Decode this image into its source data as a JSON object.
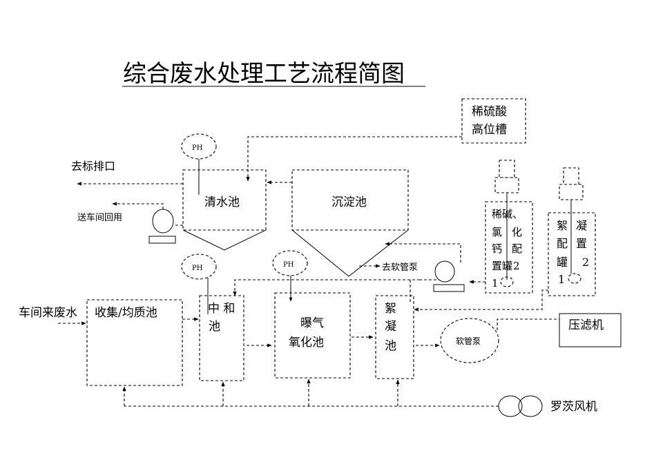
{
  "title": "综合废水处理工艺流程简图",
  "labels": {
    "acid_tank_1": "稀硫酸",
    "acid_tank_2": "高位槽",
    "ph": "PH",
    "clear_pool": "清水池",
    "sediment_pool": "沉淀池",
    "to_outlet": "去标排口",
    "to_workshop": "送车间回用",
    "to_soft_pump": "去软管泵",
    "alkali_col1_a": "稀碱、",
    "alkali_col1_b": "氯",
    "alkali_col1_c": "钙",
    "alkali_col1_d": "置罐",
    "alkali_col1_e": "1",
    "alkali_col2_a": "化",
    "alkali_col2_b": "配",
    "alkali_col2_c": "2",
    "floc_tank_col1_a": "絮",
    "floc_tank_col1_b": "配",
    "floc_tank_col1_c": "罐",
    "floc_tank_col1_d": "1",
    "floc_tank_col2_a": "凝",
    "floc_tank_col2_b": "置",
    "floc_tank_col2_c": "2",
    "workshop_wastewater": "车间来废水",
    "collect_pool": "收集/均质池",
    "neutral_1": "中 和",
    "neutral_2": "池",
    "aeration_1": "曝气",
    "aeration_2": "氧化池",
    "floc_pool_1": "絮",
    "floc_pool_2": "凝",
    "floc_pool_3": "池",
    "soft_pump": "软管泵",
    "filter_press": "压滤机",
    "blower": "罗茨风机"
  }
}
